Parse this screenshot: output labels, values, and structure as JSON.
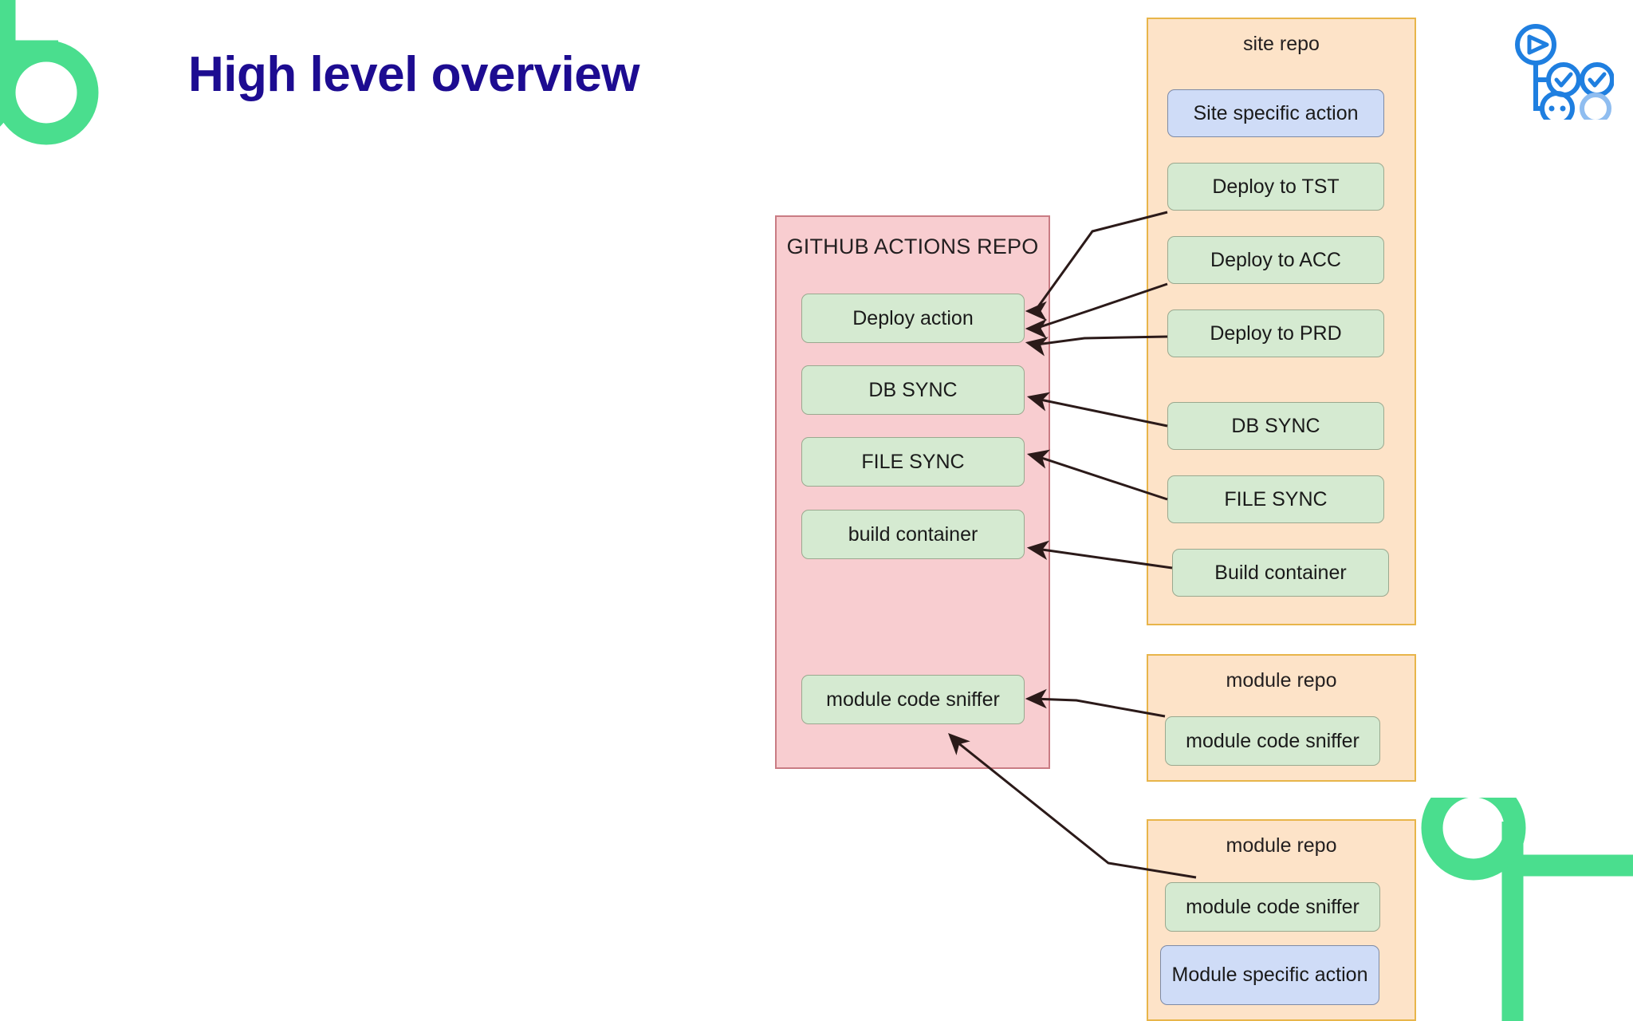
{
  "slide": {
    "title": "High level overview",
    "title_color": "#1d0c91",
    "background_color": "#ffffff"
  },
  "branding": {
    "logo_top_left": "brand-b-logo",
    "logo_bottom_right": "brand-b-logo-rotated",
    "logo_color": "#4ade8e",
    "workflow_icon": "github-actions-workflow-icon",
    "workflow_icon_color": "#1f7fe0"
  },
  "diagram": {
    "type": "flow",
    "colors": {
      "panel_pink_fill": "#f8cdd0",
      "panel_pink_border": "#c97c84",
      "panel_orange_fill": "#fde3c8",
      "panel_orange_border": "#e8b54a",
      "node_green_fill": "#d5ead1",
      "node_green_border": "#9aa98f",
      "node_blue_fill": "#cfdcf7",
      "node_blue_border": "#7d8aa6",
      "edge_color": "#3b2726"
    },
    "panels": [
      {
        "id": "github-actions-repo",
        "title": "GITHUB ACTIONS  REPO",
        "style": "pink",
        "nodes": [
          {
            "id": "deploy-action",
            "label": "Deploy action",
            "style": "green"
          },
          {
            "id": "db-sync",
            "label": "DB SYNC",
            "style": "green"
          },
          {
            "id": "file-sync",
            "label": "FILE SYNC",
            "style": "green"
          },
          {
            "id": "build-container",
            "label": "build container",
            "style": "green"
          },
          {
            "id": "module-code-sniffer",
            "label": "module code sniffer",
            "style": "green"
          }
        ]
      },
      {
        "id": "site-repo",
        "title": "site repo",
        "style": "orange",
        "nodes": [
          {
            "id": "site-specific-action",
            "label": "Site specific action",
            "style": "blue"
          },
          {
            "id": "deploy-to-tst",
            "label": "Deploy to TST",
            "style": "green"
          },
          {
            "id": "deploy-to-acc",
            "label": "Deploy to ACC",
            "style": "green"
          },
          {
            "id": "deploy-to-prd",
            "label": "Deploy to PRD",
            "style": "green"
          },
          {
            "id": "site-db-sync",
            "label": "DB SYNC",
            "style": "green"
          },
          {
            "id": "site-file-sync",
            "label": "FILE SYNC",
            "style": "green"
          },
          {
            "id": "site-build-container",
            "label": "Build container",
            "style": "green"
          }
        ]
      },
      {
        "id": "module-repo-1",
        "title": "module repo",
        "style": "orange",
        "nodes": [
          {
            "id": "module-repo-1-sniffer",
            "label": "module code sniffer",
            "style": "green"
          }
        ]
      },
      {
        "id": "module-repo-2",
        "title": "module repo",
        "style": "orange",
        "nodes": [
          {
            "id": "module-repo-2-sniffer",
            "label": "module code sniffer",
            "style": "green"
          },
          {
            "id": "module-specific-action",
            "label": "Module specific action",
            "style": "blue"
          }
        ]
      }
    ],
    "edges": [
      {
        "from": "deploy-to-tst",
        "to": "deploy-action"
      },
      {
        "from": "deploy-to-acc",
        "to": "deploy-action"
      },
      {
        "from": "deploy-to-prd",
        "to": "deploy-action"
      },
      {
        "from": "site-db-sync",
        "to": "db-sync"
      },
      {
        "from": "site-file-sync",
        "to": "file-sync"
      },
      {
        "from": "site-build-container",
        "to": "build-container"
      },
      {
        "from": "module-repo-1-sniffer",
        "to": "module-code-sniffer"
      },
      {
        "from": "module-repo-2-sniffer",
        "to": "module-code-sniffer"
      }
    ]
  }
}
